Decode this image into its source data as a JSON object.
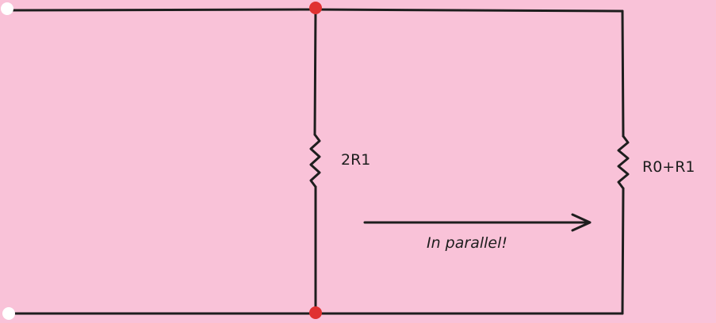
{
  "diagram": {
    "resistor_left_label": "2R1",
    "resistor_right_label": "R0+R1",
    "arrow_label": "In parallel!"
  },
  "colors": {
    "background": "#f9c2d8",
    "wire": "#1e1e1e",
    "junction_dot": "#e03131",
    "terminal_dot": "#ffffff"
  }
}
